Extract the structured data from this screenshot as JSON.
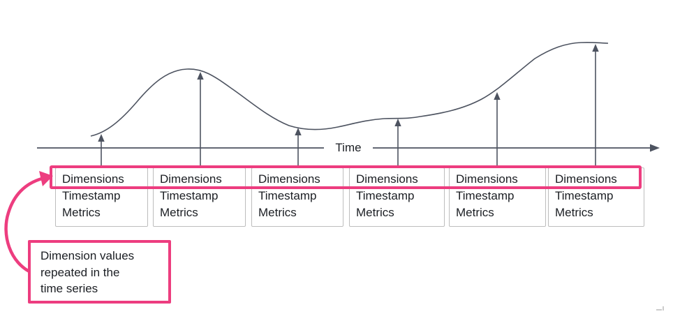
{
  "figure": {
    "axis": {
      "label": "Time"
    },
    "records": [
      {
        "dimensions": "Dimensions",
        "timestamp": "Timestamp",
        "metrics": "Metrics"
      },
      {
        "dimensions": "Dimensions",
        "timestamp": "Timestamp",
        "metrics": "Metrics"
      },
      {
        "dimensions": "Dimensions",
        "timestamp": "Timestamp",
        "metrics": "Metrics"
      },
      {
        "dimensions": "Dimensions",
        "timestamp": "Timestamp",
        "metrics": "Metrics"
      },
      {
        "dimensions": "Dimensions",
        "timestamp": "Timestamp",
        "metrics": "Metrics"
      },
      {
        "dimensions": "Dimensions",
        "timestamp": "Timestamp",
        "metrics": "Metrics"
      }
    ],
    "callout": {
      "line1": "Dimension values",
      "line2": "repeated in the",
      "line3": "time series"
    },
    "colors": {
      "accent_pink": "#ed3d7f",
      "diagram_line": "#4d5360",
      "record_border": "#bdbdbd",
      "text": "#1b1e23"
    }
  }
}
